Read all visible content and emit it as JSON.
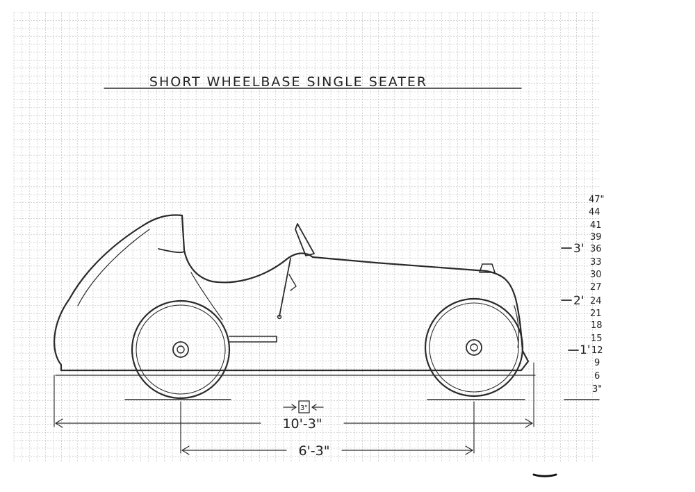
{
  "title": "SHORT WHEELBASE SINGLE SEATER",
  "dimensions": {
    "scale": "3\"",
    "overall_length": "10'-3\"",
    "wheelbase": "6'-3\""
  },
  "height_scale": {
    "inch_ticks": [
      "47\"",
      "44",
      "41",
      "39",
      "36",
      "33",
      "30",
      "27",
      "24",
      "21",
      "18",
      "15",
      "12",
      "9",
      "6",
      "3\""
    ],
    "foot_marks": [
      "3'",
      "2'",
      "1'"
    ]
  }
}
